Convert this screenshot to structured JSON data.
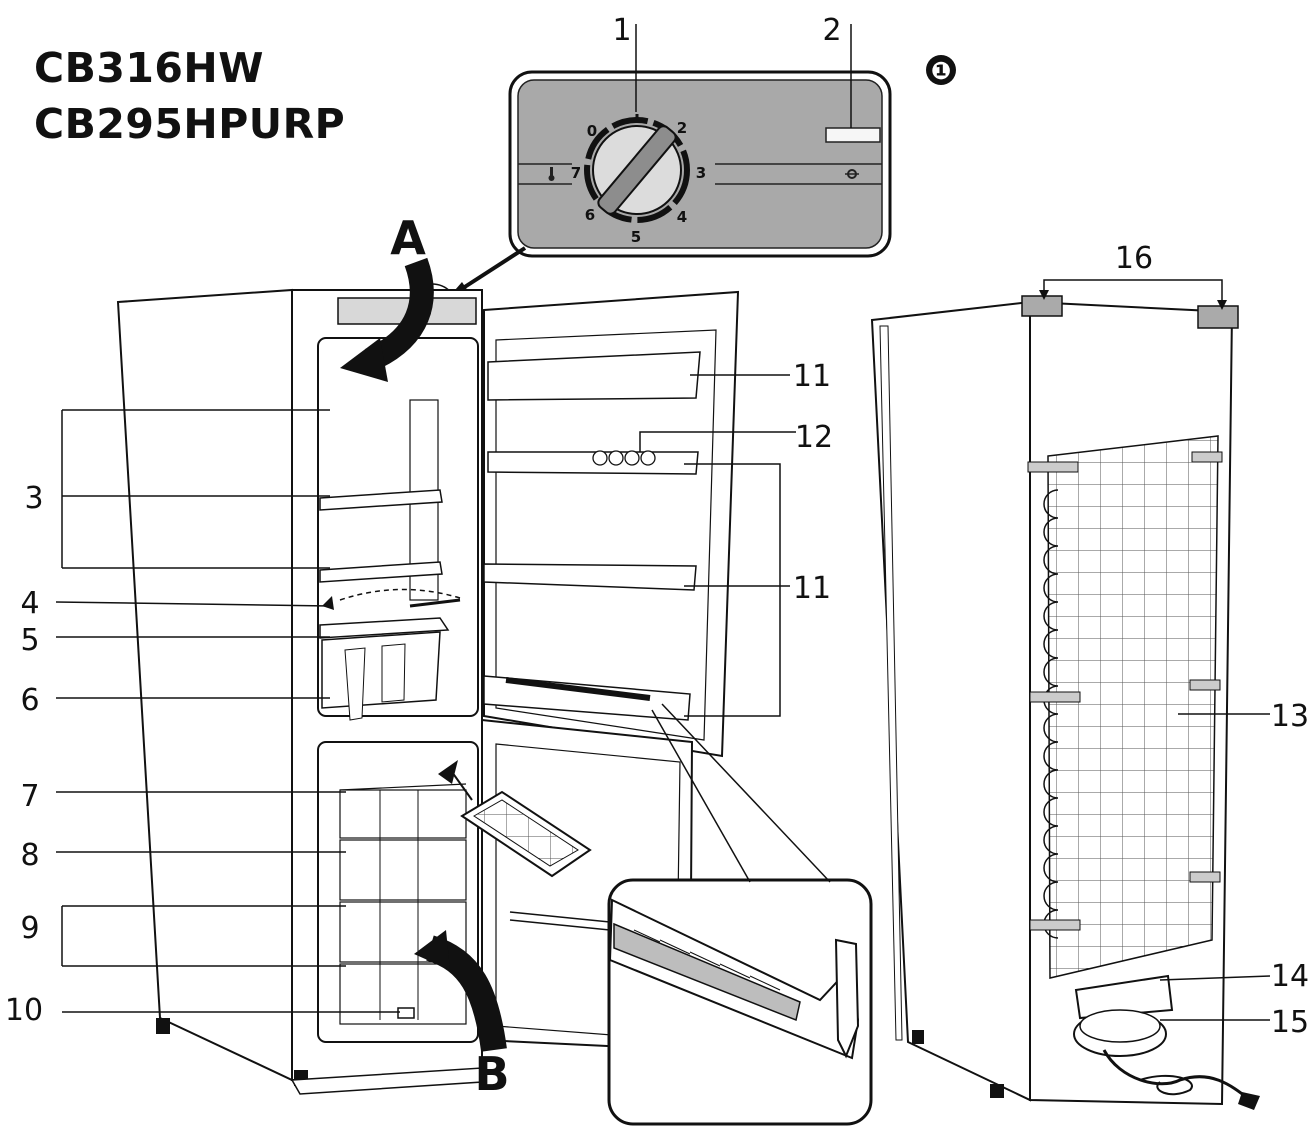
{
  "models": [
    "CB316HW",
    "CB295HPURP"
  ],
  "figure_marker": "❶",
  "dial": {
    "numbers": [
      "0",
      "2",
      "3",
      "4",
      "5",
      "6",
      "7"
    ]
  },
  "view_labels": {
    "a": "A",
    "b": "B"
  },
  "callouts": {
    "c1": "1",
    "c2": "2",
    "c3": "3",
    "c4": "4",
    "c5": "5",
    "c6": "6",
    "c7": "7",
    "c8": "8",
    "c9": "9",
    "c10": "10",
    "c11a": "11",
    "c11b": "11",
    "c12": "12",
    "c13": "13",
    "c14": "14",
    "c15": "15",
    "c16": "16"
  }
}
